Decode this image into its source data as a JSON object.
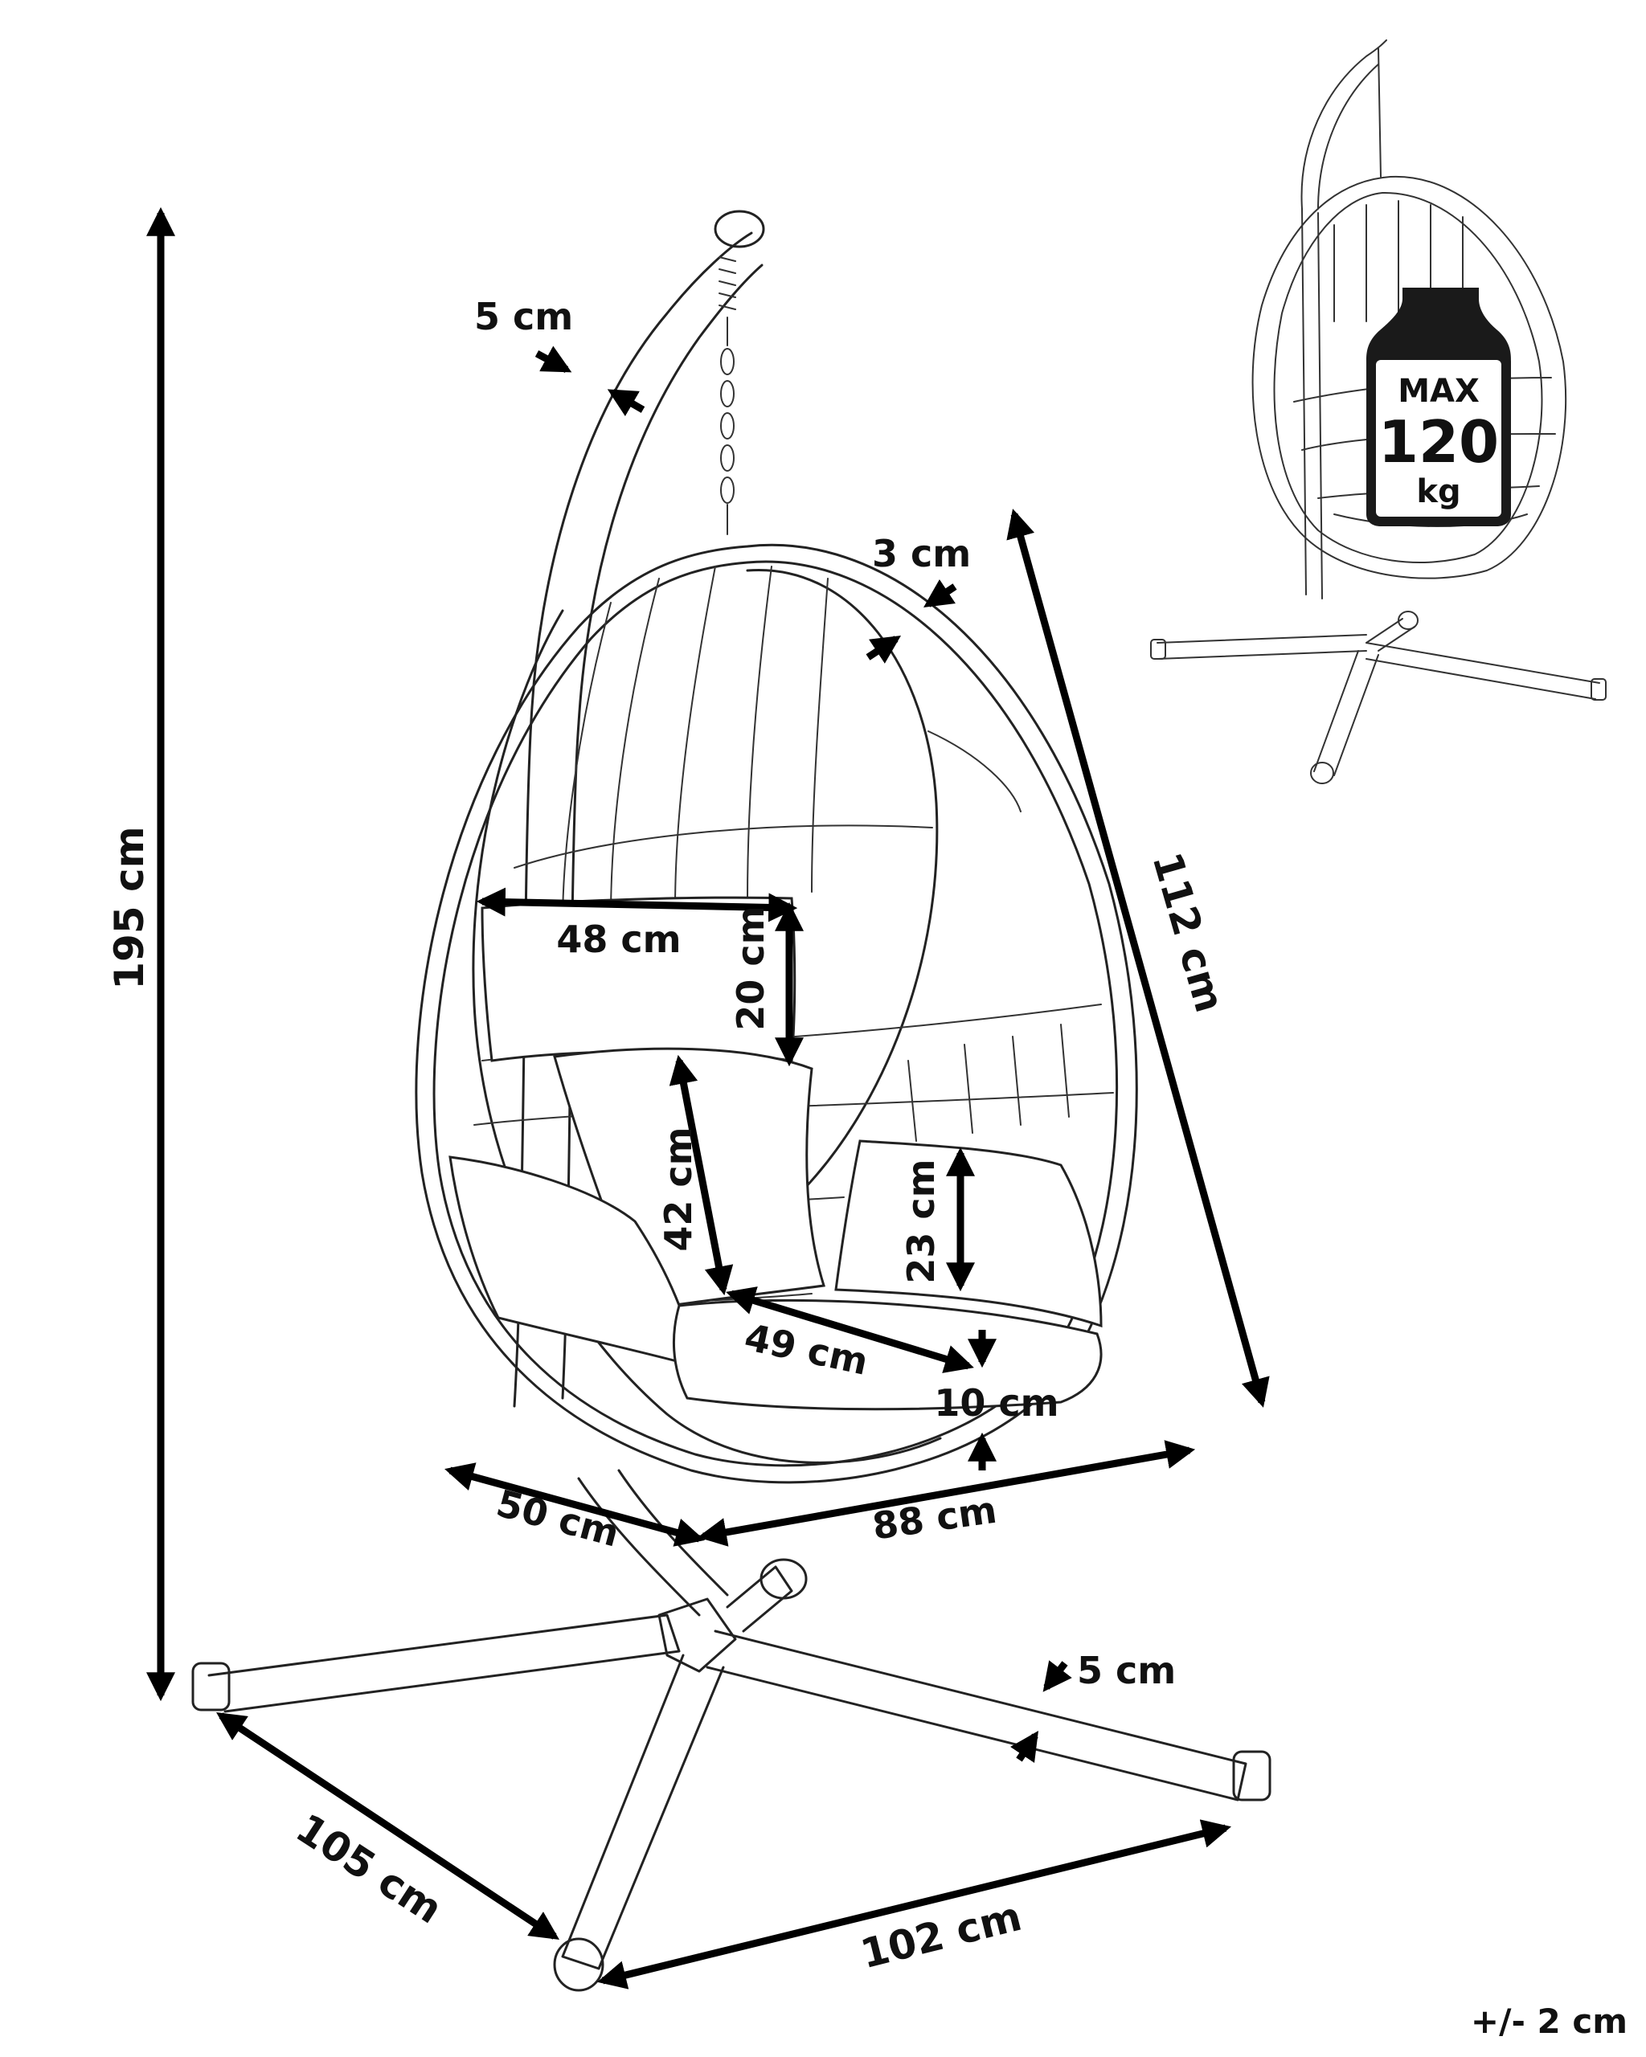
{
  "dimensions": {
    "total_height": "195 cm",
    "pole_thickness": "5 cm",
    "rim_thickness": "3 cm",
    "egg_height": "112 cm",
    "back_cushion_width": "48 cm",
    "back_cushion_height": "20 cm",
    "seat_back_height": "42 cm",
    "side_cushion_height": "23 cm",
    "seat_depth": "49 cm",
    "seat_thickness": "10 cm",
    "egg_depth": "50 cm",
    "egg_width": "88 cm",
    "base_leg_thickness": "5 cm",
    "base_side_left": "105 cm",
    "base_side_right": "102 cm"
  },
  "max_load": {
    "label": "MAX",
    "value": "120",
    "unit": "kg"
  },
  "tolerance": "+/- 2 cm",
  "colors": {
    "line": "#222222",
    "arrow": "#000000",
    "weight_icon": "#1a1a1a",
    "background": "#ffffff"
  }
}
